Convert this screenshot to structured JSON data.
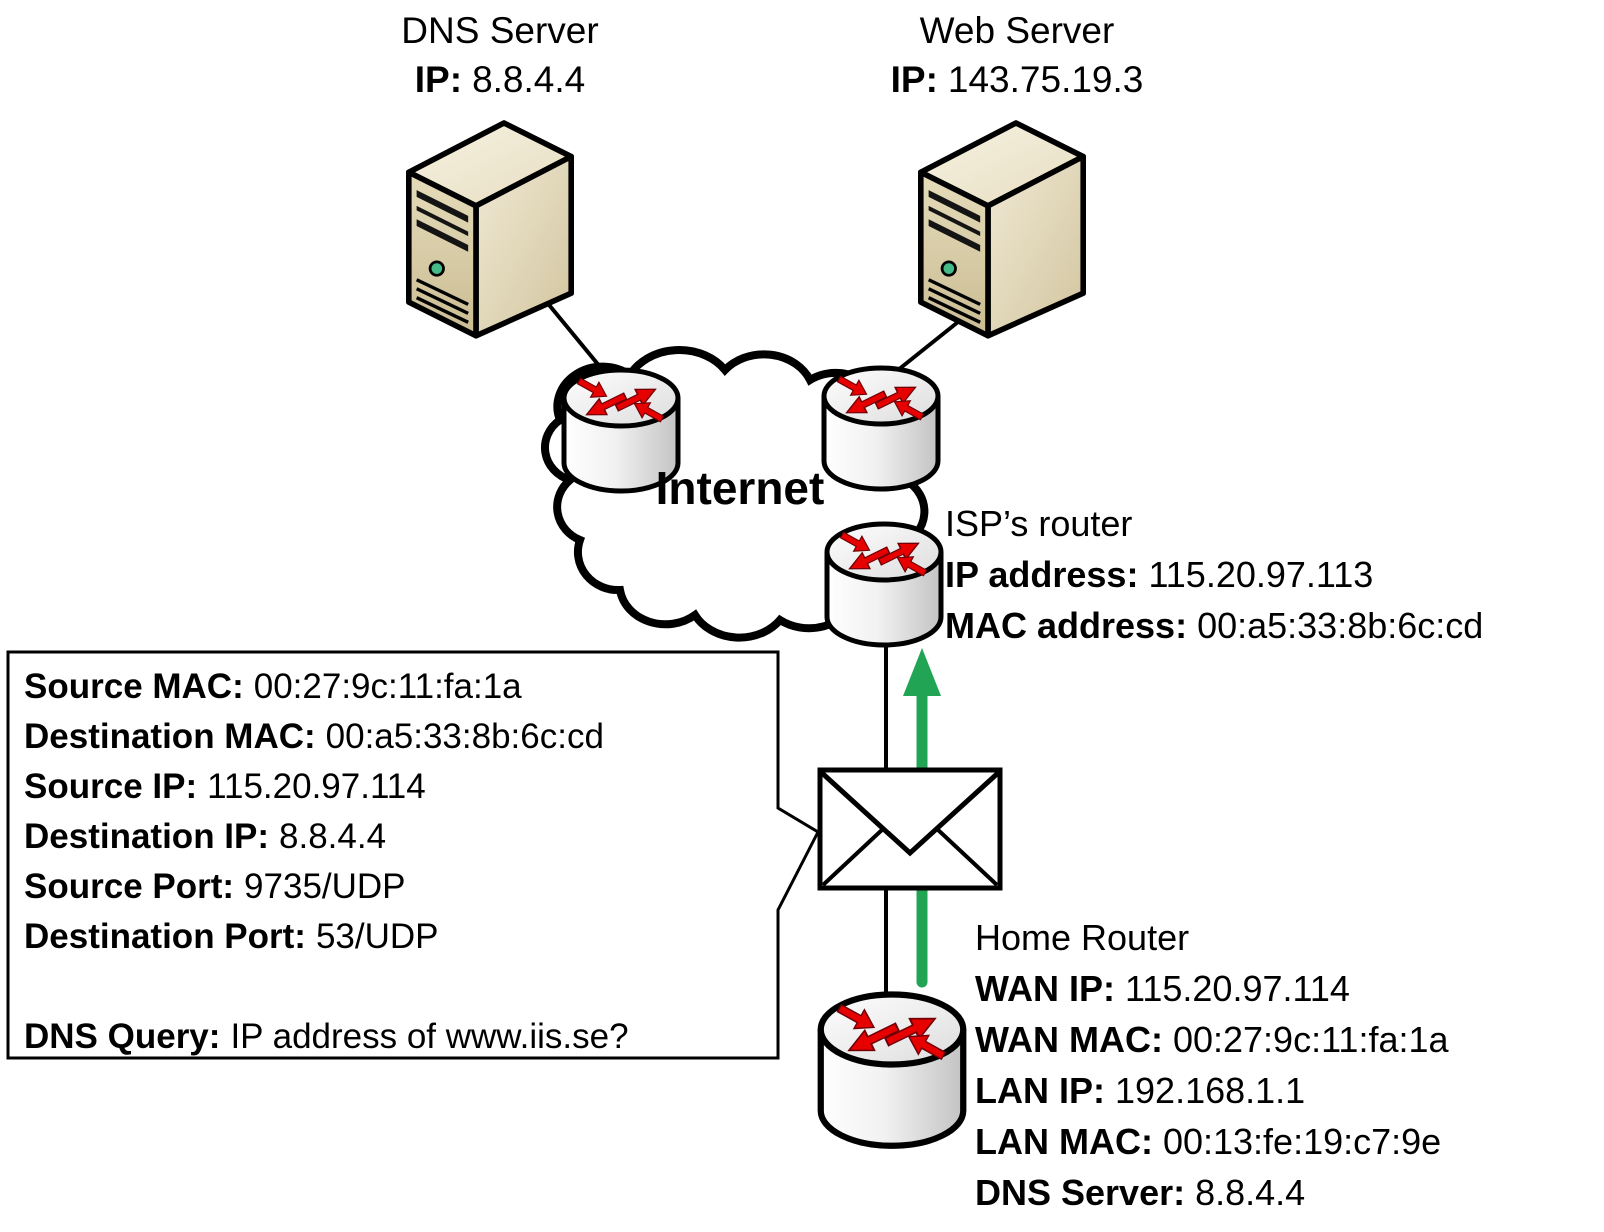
{
  "dns_server": {
    "name": "DNS Server",
    "ip_label": "IP:",
    "ip": "8.8.4.4"
  },
  "web_server": {
    "name": "Web Server",
    "ip_label": "IP:",
    "ip": "143.75.19.3"
  },
  "internet": {
    "label": "Internet"
  },
  "isp_router": {
    "name": "ISP’s router",
    "fields": [
      {
        "label": "IP address:",
        "value": "115.20.97.113"
      },
      {
        "label": "MAC address:",
        "value": "00:a5:33:8b:6c:cd"
      }
    ]
  },
  "home_router": {
    "name": "Home Router",
    "fields": [
      {
        "label": "WAN IP:",
        "value": "115.20.97.114"
      },
      {
        "label": "WAN MAC:",
        "value": "00:27:9c:11:fa:1a"
      },
      {
        "label": "LAN IP:",
        "value": "192.168.1.1"
      },
      {
        "label": "LAN MAC:",
        "value": "00:13:fe:19:c7:9e"
      },
      {
        "label": "DNS Server:",
        "value": "8.8.4.4"
      }
    ]
  },
  "packet": {
    "fields": [
      {
        "label": "Source MAC:",
        "value": "00:27:9c:11:fa:1a"
      },
      {
        "label": "Destination MAC:",
        "value": "00:a5:33:8b:6c:cd"
      },
      {
        "label": "Source IP:",
        "value": "115.20.97.114"
      },
      {
        "label": "Destination IP:",
        "value": "8.8.4.4"
      },
      {
        "label": "Source Port:",
        "value": "9735/UDP"
      },
      {
        "label": "Destination Port:",
        "value": "53/UDP"
      }
    ],
    "query": {
      "label": "DNS Query:",
      "value": "IP address of www.iis.se?"
    }
  },
  "colors": {
    "packet_arrow_green": "#22a455",
    "router_arrow_red": "#e60000",
    "server_body_tan": "#d8cba6",
    "outline_black": "#000000"
  }
}
